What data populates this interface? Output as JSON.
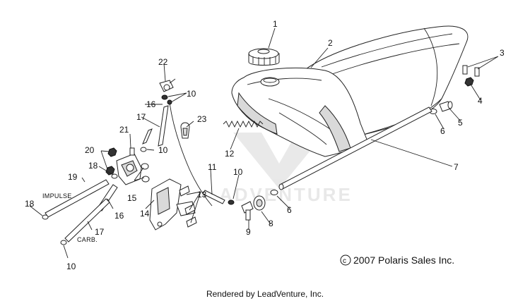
{
  "diagram": {
    "callouts": [
      "1",
      "2",
      "3",
      "4",
      "5",
      "6",
      "7",
      "8",
      "9",
      "10",
      "11",
      "12",
      "13",
      "14",
      "15",
      "16",
      "17",
      "18",
      "19",
      "20",
      "21",
      "22",
      "23"
    ],
    "labels": {
      "impulse": "IMPULSE",
      "carb": "CARB."
    },
    "copyright": "2007 Polaris Sales Inc.",
    "copyright_symbol": "c",
    "watermark": "ADVENTURE",
    "rendered_by": "Rendered by LeadVenture, Inc."
  }
}
